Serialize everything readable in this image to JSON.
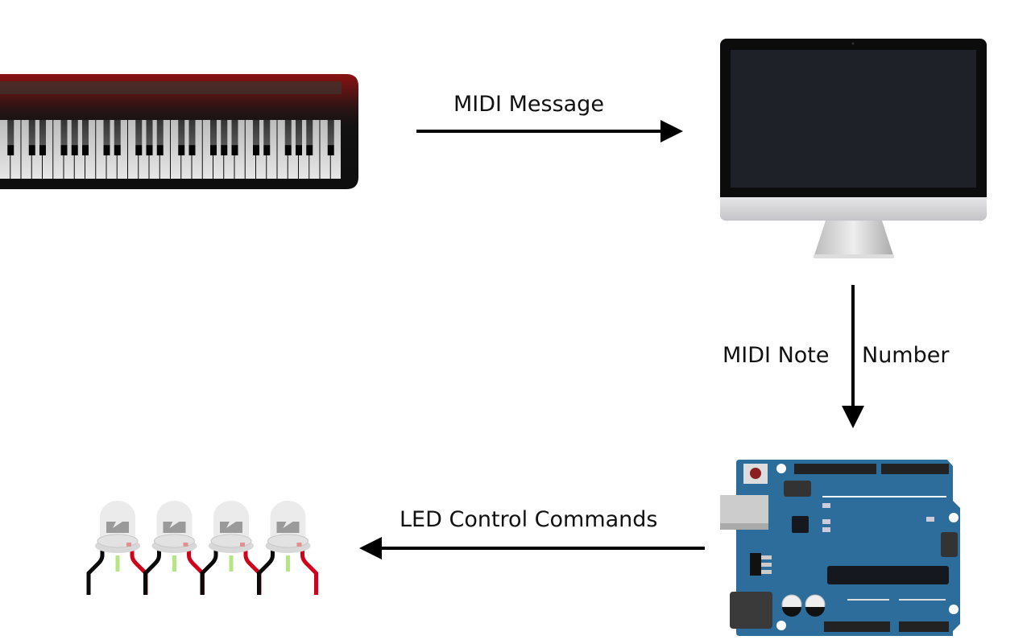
{
  "labels": {
    "midi_message": "MIDI Message",
    "midi_note": "MIDI Note",
    "number": "Number",
    "led_control": "LED Control Commands"
  },
  "nodes": [
    "piano-keyboard",
    "computer-monitor",
    "arduino-board",
    "led-array"
  ],
  "colors": {
    "arduino_blue": "#2d6d9c",
    "led_red_wire": "#d0021b",
    "piano_red": "#7a1010",
    "screen": "#1e2128"
  },
  "led_count": 4
}
